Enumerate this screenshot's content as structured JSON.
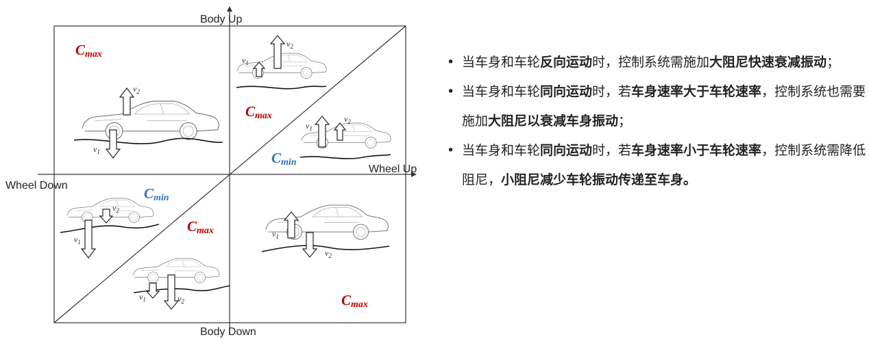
{
  "axes": {
    "top": "Body Up",
    "bottom": "Body Down",
    "left": "Wheel Down",
    "right": "Wheel Up"
  },
  "coefficients": {
    "c_max_main": "C",
    "c_max_sub": "max",
    "c_min_main": "C",
    "c_min_sub": "min"
  },
  "velocity_labels": {
    "v1_main": "v",
    "v1_sub": "1",
    "v2_main": "v",
    "v2_sub": "2"
  },
  "colors": {
    "c_max": "#c00000",
    "c_min": "#2e75b6"
  },
  "bullets": [
    [
      {
        "t": "当车身和车轮",
        "b": false
      },
      {
        "t": "反向运动",
        "b": true
      },
      {
        "t": "时，控制系统需施加",
        "b": false
      },
      {
        "t": "大阻尼快速衰减振动",
        "b": true
      },
      {
        "t": "；",
        "b": false
      }
    ],
    [
      {
        "t": "当车身和车轮",
        "b": false
      },
      {
        "t": "同向运动",
        "b": true
      },
      {
        "t": "时，若",
        "b": false
      },
      {
        "t": "车身速率大于车轮速率",
        "b": true
      },
      {
        "t": "，控制系统也需要施加",
        "b": false
      },
      {
        "t": "大阻尼以衰减车身振动",
        "b": true
      },
      {
        "t": "；",
        "b": false
      }
    ],
    [
      {
        "t": "当车身和车轮",
        "b": false
      },
      {
        "t": "同向运动",
        "b": true
      },
      {
        "t": "时，若",
        "b": false
      },
      {
        "t": "车身速率小于车轮速率",
        "b": true
      },
      {
        "t": "，控制系统需降低阻尼，",
        "b": false
      },
      {
        "t": "小阻尼减少车轮振动传递至车身。",
        "b": true
      }
    ]
  ]
}
